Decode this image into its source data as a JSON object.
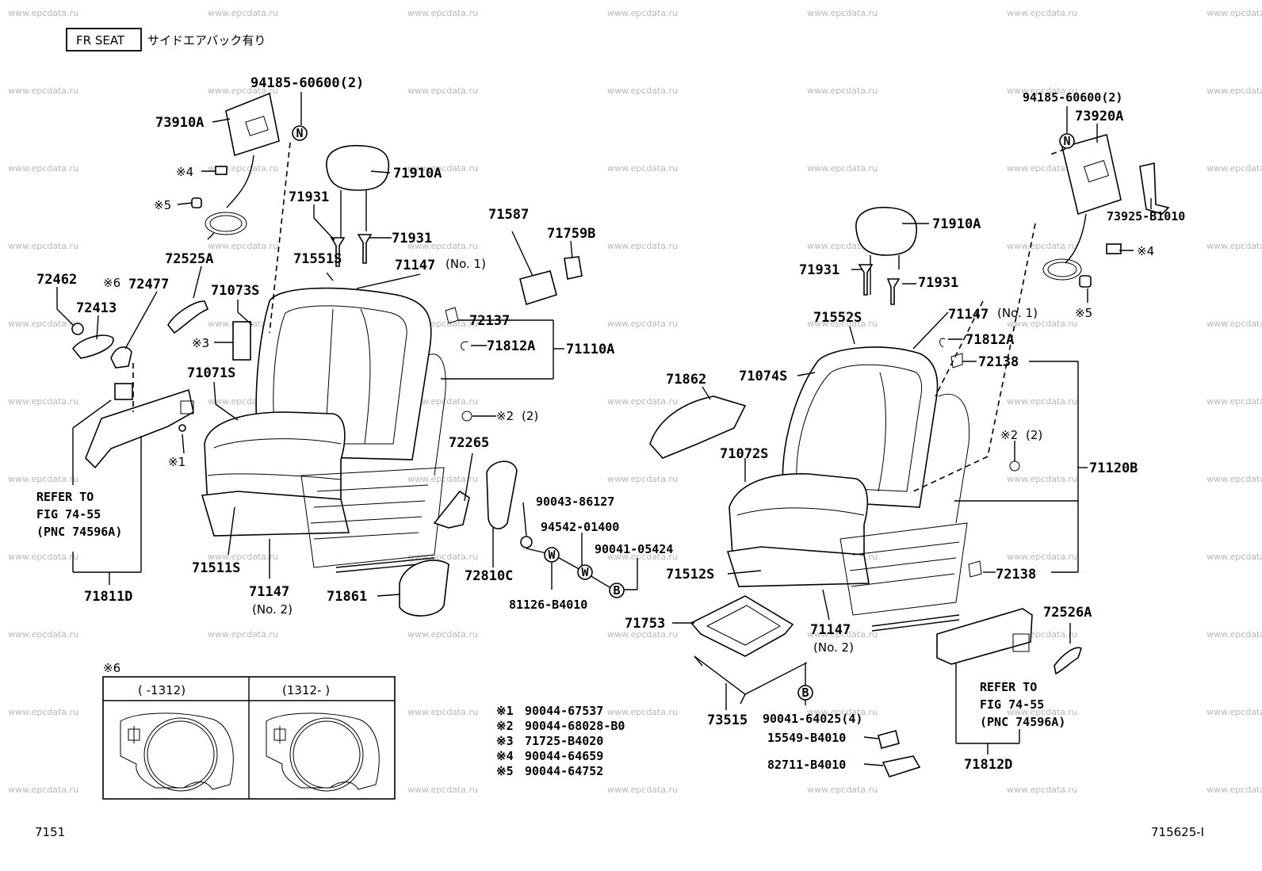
{
  "header": {
    "box_label": "FR SEAT",
    "subtitle": "サイドエアバック有り"
  },
  "left_labels": {
    "bolt_94185_l": "94185-60600(2)",
    "p73910a": "73910A",
    "p71910a_l": "71910A",
    "p71931_l1": "71931",
    "p71931_l2": "71931",
    "note4_l": "※4",
    "note5_l": "※5",
    "p72525a": "72525A",
    "p71551s": "71551S",
    "p71147_l": "71147",
    "p71147_l_sub": "(No. 1)",
    "p72462": "72462",
    "note6_l": "※6",
    "p72477": "72477",
    "p71073s": "71073S",
    "p72413": "72413",
    "note3_l": "※3",
    "p71071s": "71071S",
    "note1_l": "※1",
    "p72137": "72137",
    "p71812a_l": "71812A",
    "p71110a": "71110A",
    "note2_l": "※2",
    "note2_l_qty": "(2)",
    "p71587": "71587",
    "p71759b": "71759B",
    "p72265": "72265",
    "p90043": "90043-86127",
    "p94542": "94542-01400",
    "p90041_05424": "90041-05424",
    "p72810c": "72810C",
    "p81126": "81126-B4010",
    "p71861": "71861",
    "p71511s": "71511S",
    "p71147_l2": "71147",
    "p71147_l2_sub": "(No. 2)",
    "p71811d": "71811D",
    "refer_l1": "REFER TO",
    "refer_l2": "FIG 74-55",
    "refer_l3": "(PNC 74596A)"
  },
  "right_labels": {
    "bolt_94185_r": "94185-60600(2)",
    "p73920a": "73920A",
    "p73925": "73925-B1010",
    "note4_r": "※4",
    "note5_r": "※5",
    "p71910a_r": "71910A",
    "p71931_r1": "71931",
    "p71931_r2": "71931",
    "p71552s": "71552S",
    "p71147_r": "71147",
    "p71147_r_sub": "(No. 1)",
    "p71812a_r": "71812A",
    "p72138_a": "72138",
    "p71862": "71862",
    "p71074s": "71074S",
    "note2_r": "※2",
    "note2_r_qty": "(2)",
    "p71072s": "71072S",
    "p71120b": "71120B",
    "p72138_b": "72138",
    "p71512s": "71512S",
    "p71753": "71753",
    "p71147_r2": "71147",
    "p71147_r2_sub": "(No. 2)",
    "p72526a": "72526A",
    "refer_r1": "REFER TO",
    "refer_r2": "FIG 74-55",
    "refer_r3": "(PNC 74596A)",
    "p73515": "73515",
    "p90041_64025": "90041-64025(4)",
    "p15549": "15549-B4010",
    "p82711": "82711-B4010",
    "p71812d": "71812D"
  },
  "callouts": {
    "N": "N",
    "W": "W",
    "B": "B"
  },
  "inset": {
    "title": "※6",
    "left_header": "(      -1312)",
    "right_header": "(1312-      )"
  },
  "notes": [
    {
      "mark": "※1",
      "part": "90044-67537"
    },
    {
      "mark": "※2",
      "part": "90044-68028-B0"
    },
    {
      "mark": "※3",
      "part": "71725-B4020"
    },
    {
      "mark": "※4",
      "part": "90044-64659"
    },
    {
      "mark": "※5",
      "part": "90044-64752"
    }
  ],
  "footer": {
    "left_code": "7151",
    "right_code": "715625-I"
  },
  "watermark": "www.epcdata.ru"
}
